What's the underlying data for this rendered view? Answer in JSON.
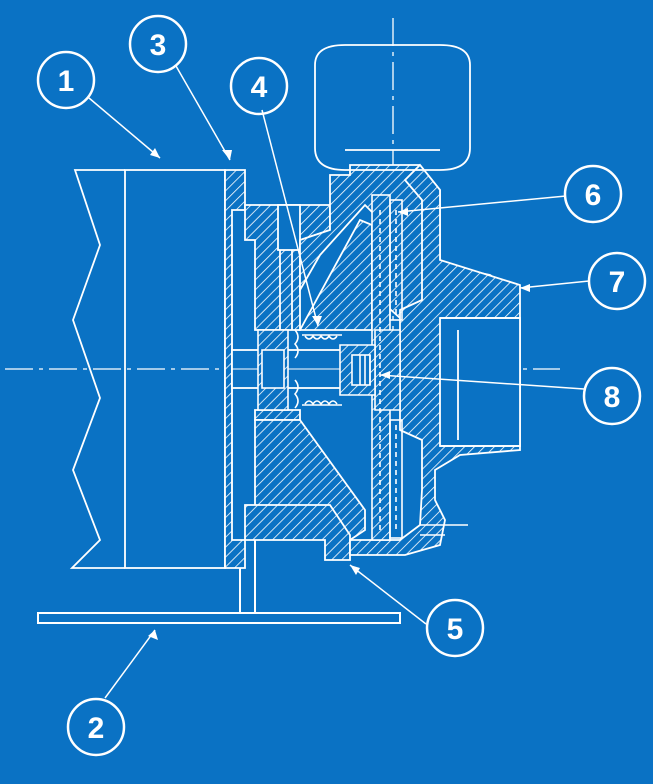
{
  "diagram": {
    "background_color": "#0a72c4",
    "line_color": "#ffffff",
    "callouts": [
      {
        "label": "1"
      },
      {
        "label": "2"
      },
      {
        "label": "3"
      },
      {
        "label": "4"
      },
      {
        "label": "5"
      },
      {
        "label": "6"
      },
      {
        "label": "7"
      },
      {
        "label": "8"
      }
    ]
  }
}
